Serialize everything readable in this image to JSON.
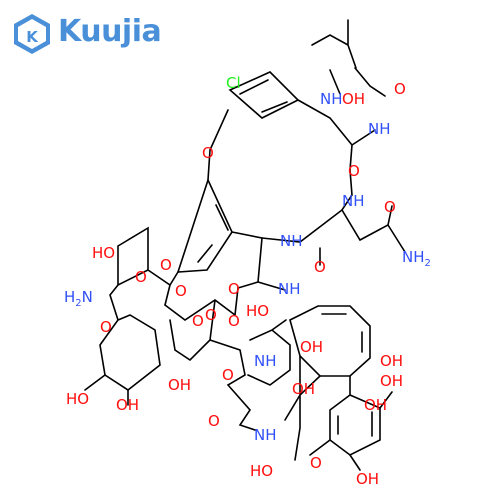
{
  "brand": {
    "name": "Kuujia",
    "color": "#4a90d9"
  },
  "colors": {
    "bond": "#000000",
    "oxygen": "#ff0d0d",
    "nitrogen": "#3050f8",
    "chlorine": "#1ff01f"
  },
  "atom_labels": {
    "cl": "Cl",
    "nh_top": "NH",
    "oh_top": "OH",
    "o_top": "O",
    "nh_carb": "NH",
    "o_ring1": "O",
    "o_amide1": "O",
    "nh_ring1": "NH",
    "o_amide2": "O",
    "nh_ring2": "NH",
    "o_amide3": "O",
    "nh2_amide": "NH",
    "nh2_sub": "2",
    "ho_sugar": "HO",
    "o_sugar1": "O",
    "o_sugar2": "O",
    "h2n": "H",
    "h2n_sub": "2",
    "h2n_n": "N",
    "o_center": "O",
    "o_amide4": "O",
    "nh_center": "NH",
    "ho_center": "HO",
    "o_sugar3": "O",
    "o_center2": "O",
    "o_center3": "O",
    "o_center4": "O",
    "nh_lower": "NH",
    "oh_lower1": "OH",
    "oh_ring": "OH",
    "oh_right1": "OH",
    "oh_lower2": "OH",
    "oh_sugar": "OH",
    "ho_left": "HO",
    "oh_sugar2": "OH",
    "o_lower": "O",
    "o_ring_low": "O",
    "oh_right2": "OH",
    "nh_bottom": "NH",
    "ho_acid": "HO",
    "o_acid": "O",
    "oh_bottom": "OH"
  }
}
